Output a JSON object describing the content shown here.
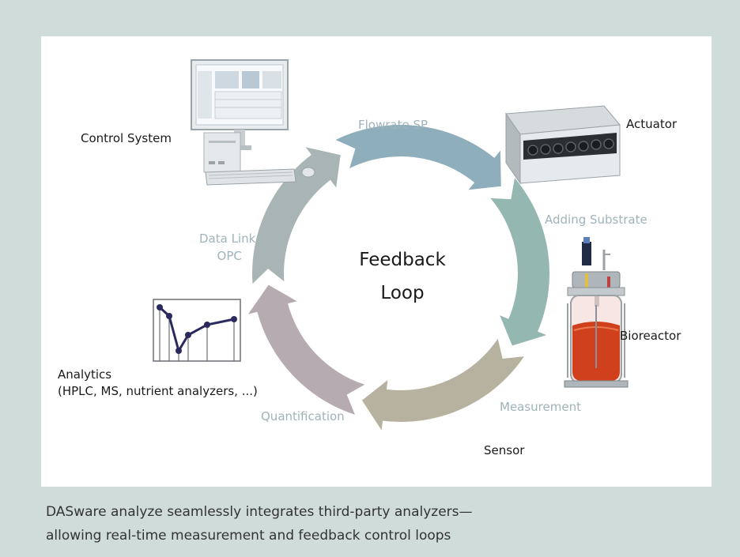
{
  "diagram": {
    "center": {
      "line1": "Feedback",
      "line2": "Loop"
    },
    "nodes": {
      "control_system": "Control System",
      "actuator": "Actuator",
      "bioreactor": "Bioreactor",
      "sensor": "Sensor",
      "analytics_line1": "Analytics",
      "analytics_line2": "(HPLC, MS, nutrient analyzers, ...)"
    },
    "steps": {
      "flowrate": "Flowrate SP",
      "adding": "Adding Substrate",
      "measurement": "Measurement",
      "quantification": "Quantification",
      "datalink_line1": "Data Link:",
      "datalink_line2": "OPC"
    },
    "colors": {
      "flowrate": "#8eaebb",
      "adding": "#94b7b2",
      "measurement": "#b7b29f",
      "quantification": "#b6abb0",
      "datalink": "#a9b4b4"
    }
  },
  "caption": {
    "line1": "DASware analyze seamlessly integrates third-party analyzers—",
    "line2": "allowing real-time measurement and feedback control loops"
  }
}
